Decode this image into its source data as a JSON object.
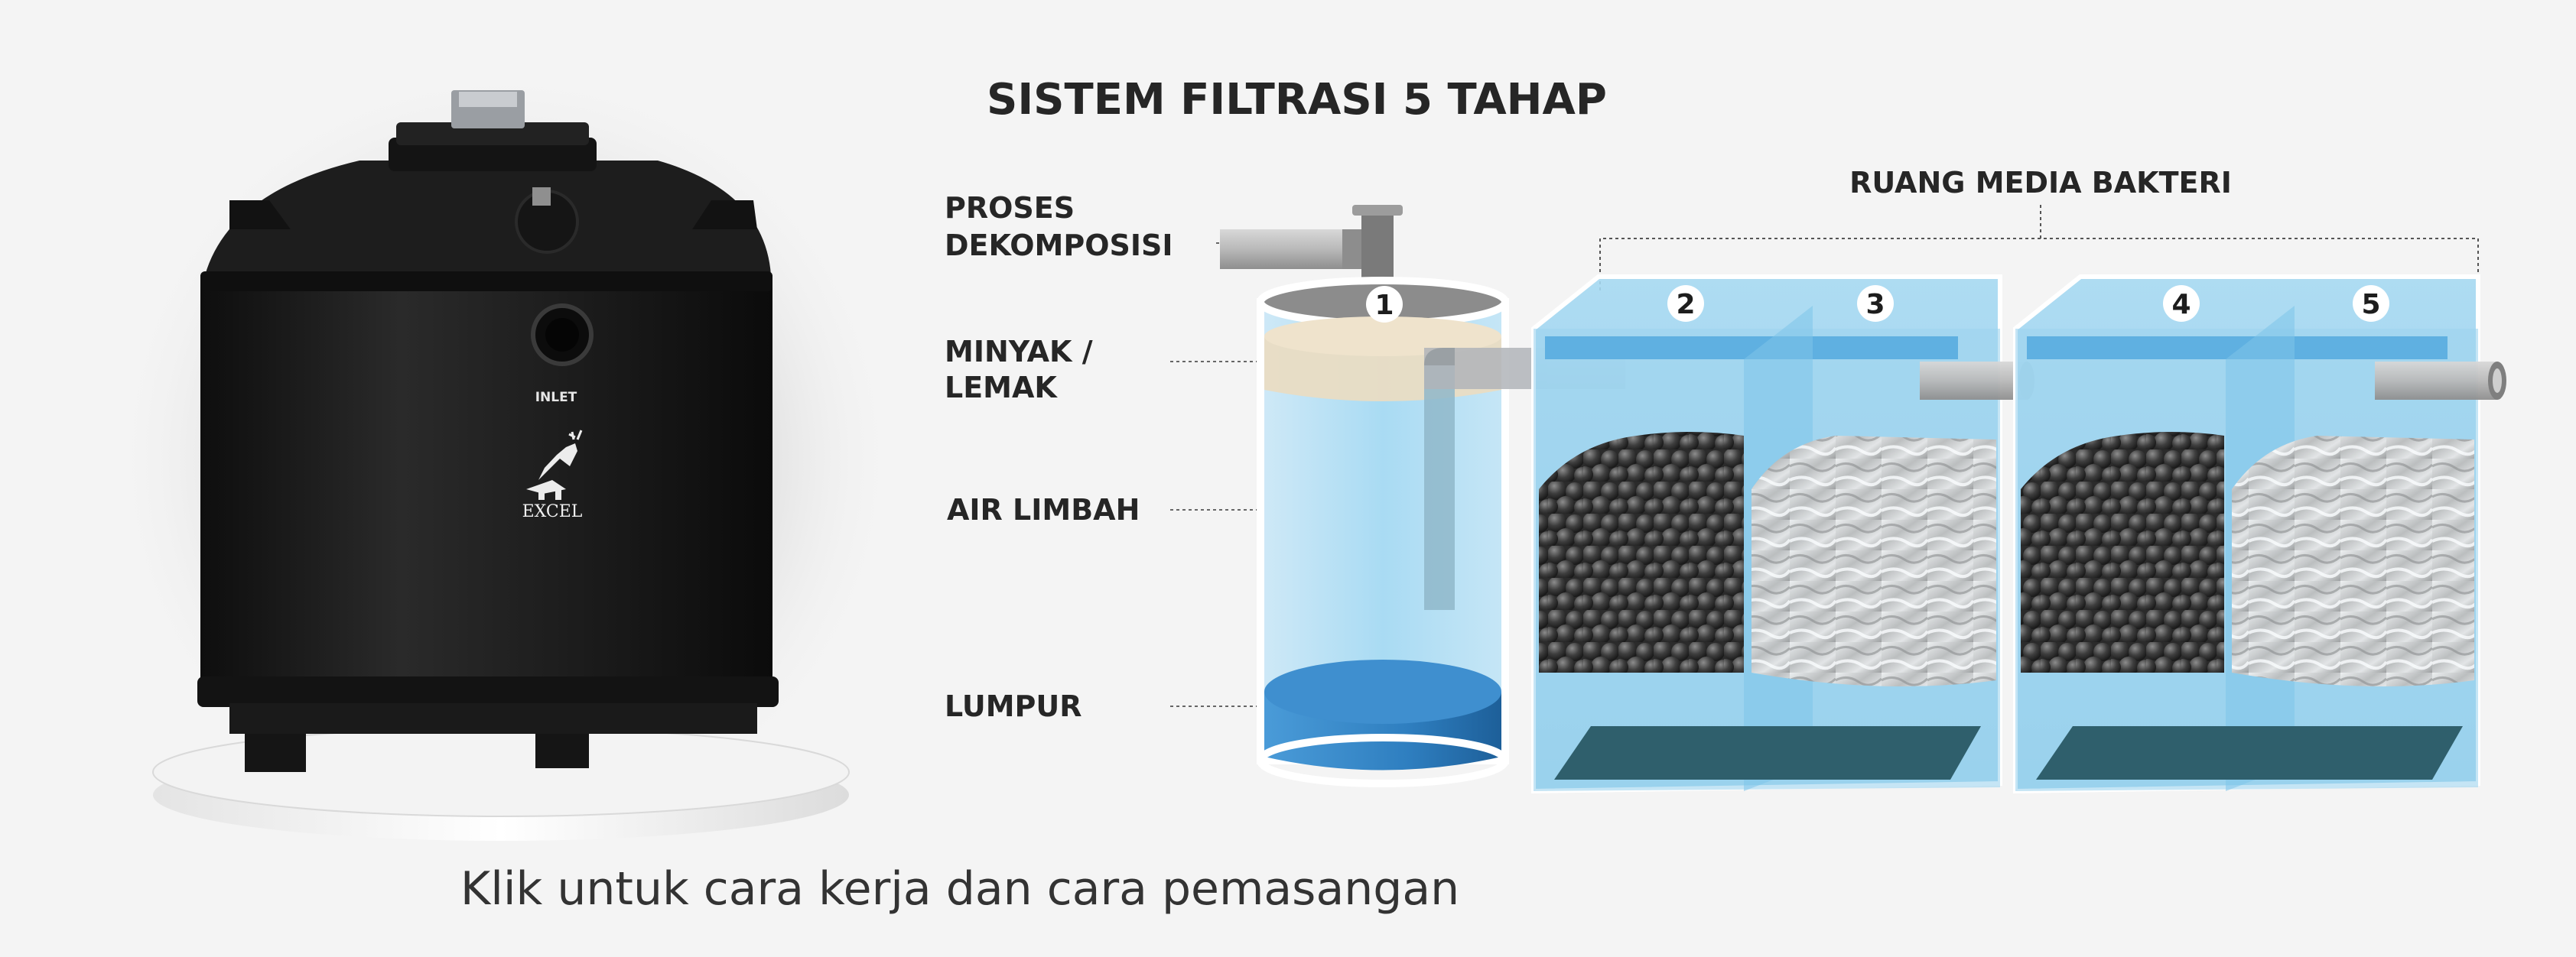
{
  "title": "SISTEM FILTRASI 5 TAHAP",
  "section_label": "RUANG MEDIA BAKTERI",
  "tank": {
    "inlet_label": "INLET",
    "brand": "EXCEL"
  },
  "labels": {
    "proses_1": "PROSES",
    "proses_2": "DEKOMPOSISI",
    "minyak_1": "MINYAK /",
    "minyak_2": "LEMAK",
    "air": "AIR LIMBAH",
    "lumpur": "LUMPUR"
  },
  "stages": [
    "1",
    "2",
    "3",
    "4",
    "5"
  ],
  "call_to_action": "Klik untuk cara kerja dan cara pemasangan",
  "colors": {
    "background": "#f4f4f4",
    "tank_body": "#1c1c1c",
    "chamber_glass": "#9fd4ef",
    "chamber_floor": "#2f5f6c",
    "sludge": "#2f79b9",
    "oil_layer": "#e9dcc3"
  },
  "icons": [
    "deer-logo-icon"
  ]
}
